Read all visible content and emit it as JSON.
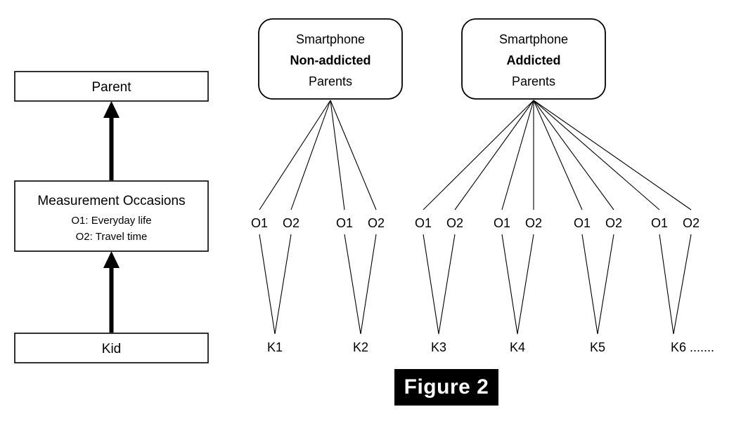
{
  "figure": {
    "caption": "Figure 2"
  },
  "left_panel": {
    "levels": [
      {
        "name": "parent-box",
        "title": "Parent",
        "lines": []
      },
      {
        "name": "measurement-occasions-box",
        "title": "Measurement Occasions",
        "lines": [
          "O1: Everyday life",
          "O2: Travel time"
        ]
      },
      {
        "name": "kid-box",
        "title": "Kid",
        "lines": []
      }
    ],
    "arrows": [
      {
        "name": "kid-to-measurement-arrow",
        "from": "Kid",
        "to": "Measurement Occasions"
      },
      {
        "name": "measurement-to-parent-arrow",
        "from": "Measurement Occasions",
        "to": "Parent"
      }
    ]
  },
  "right_panel": {
    "groups": [
      {
        "name": "non-addicted-parents-group",
        "line1": "Smartphone",
        "line2": "Non-addicted",
        "line3": "Parents"
      },
      {
        "name": "addicted-parents-group",
        "line1": "Smartphone",
        "line2": "Addicted",
        "line3": "Parents"
      }
    ],
    "occasion_labels": [
      "O1",
      "O2",
      "O1",
      "O2",
      "O1",
      "O2",
      "O1",
      "O2",
      "O1",
      "O2",
      "O1",
      "O2"
    ],
    "kid_labels": [
      "K1",
      "K2",
      "K3",
      "K4",
      "K5",
      "K6 ......."
    ]
  },
  "colors": {
    "stroke": "#000000",
    "background": "#ffffff",
    "caption_background": "#000000",
    "caption_text": "#ffffff"
  }
}
